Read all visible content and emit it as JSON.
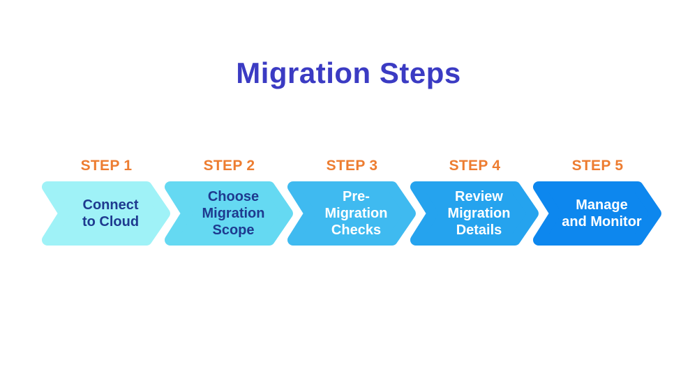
{
  "page": {
    "background_color": "#FFFFFF"
  },
  "title": {
    "text": "Migration Steps",
    "color": "#3B3BC3"
  },
  "step_label_color": "#ED7D31",
  "steps": [
    {
      "step_label": "STEP 1",
      "label_color": "#ED7D31",
      "title": "Connect\nto Cloud",
      "fill_color": "#9FF2F7",
      "text_color": "#1E3A8F"
    },
    {
      "step_label": "STEP 2",
      "label_color": "#ED7D31",
      "title": "Choose\nMigration\nScope",
      "fill_color": "#65D9F2",
      "text_color": "#1E3A8F"
    },
    {
      "step_label": "STEP 3",
      "label_color": "#ED7D31",
      "title": "Pre-\nMigration\nChecks",
      "fill_color": "#3FBAF0",
      "text_color": "#FFFFFF"
    },
    {
      "step_label": "STEP 4",
      "label_color": "#ED7D31",
      "title": "Review\nMigration\nDetails",
      "fill_color": "#25A3EE",
      "text_color": "#FFFFFF"
    },
    {
      "step_label": "STEP 5",
      "label_color": "#ED7D31",
      "title": "Manage\nand Monitor",
      "fill_color": "#0D87EE",
      "text_color": "#FFFFFF"
    }
  ]
}
